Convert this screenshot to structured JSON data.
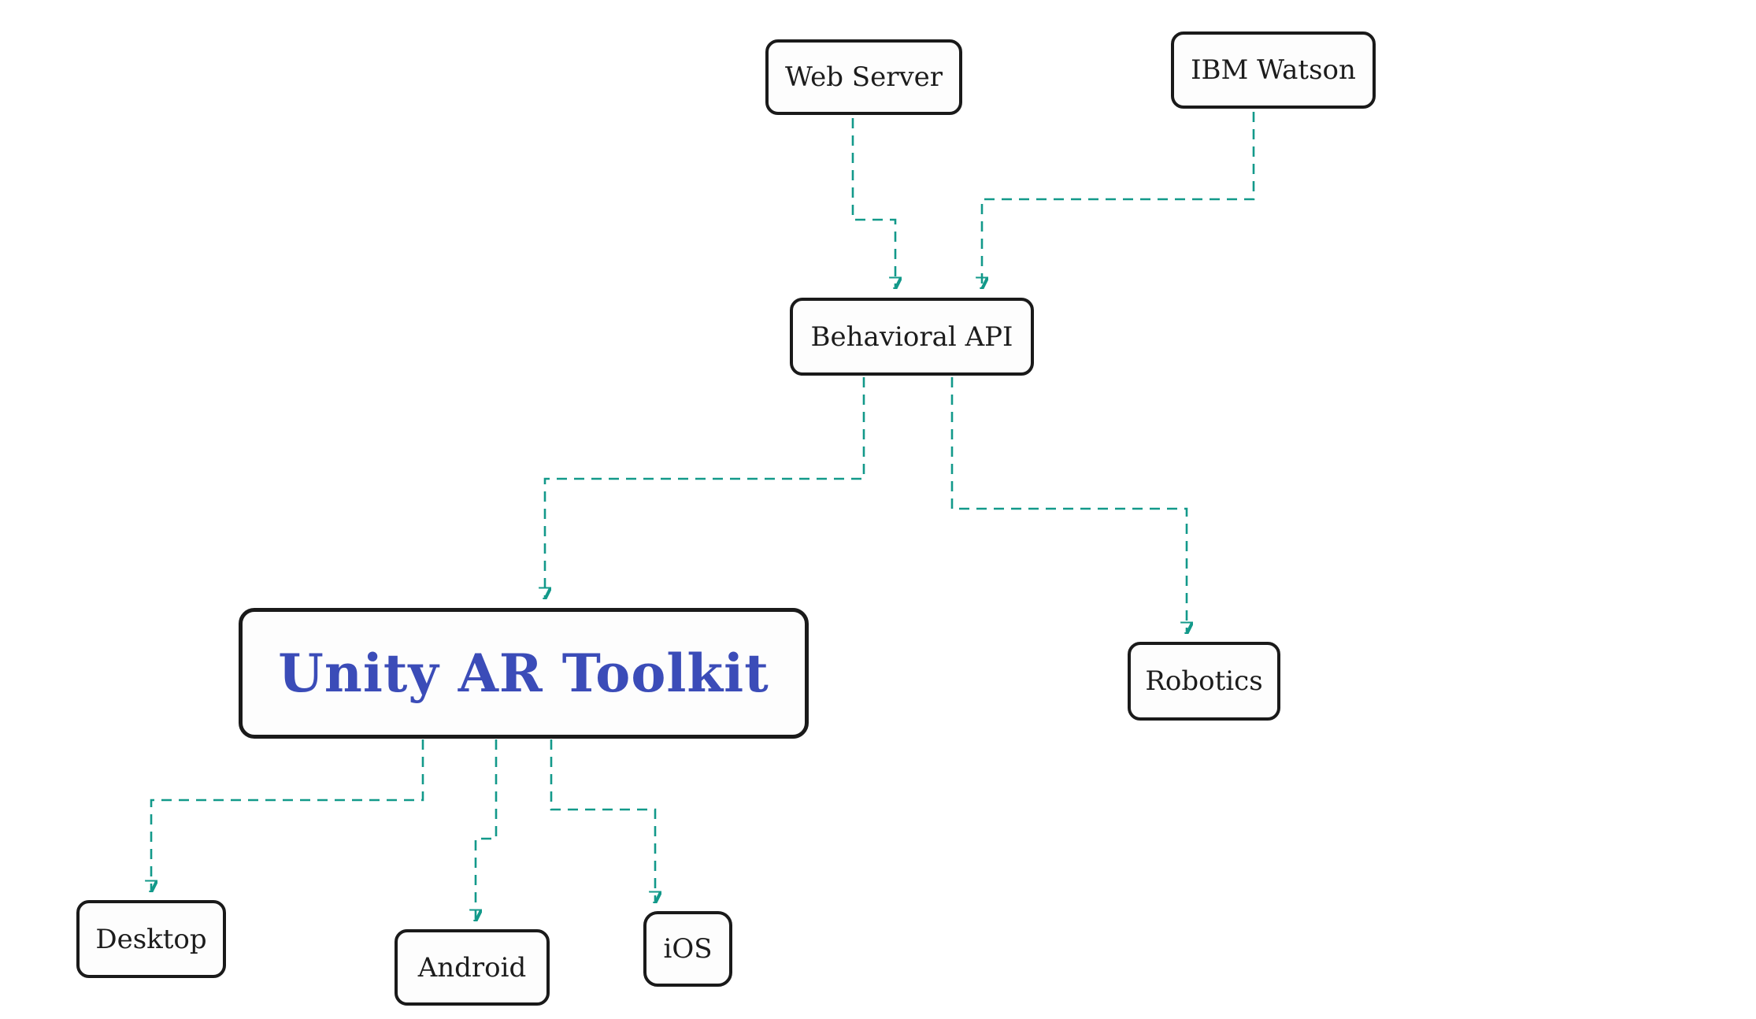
{
  "diagram": {
    "type": "flowchart",
    "colors": {
      "edge": "#12998a",
      "node_border": "#1a1a1a",
      "node_fill": "#fdfdfd",
      "node_text": "#1c1c1c",
      "highlight_text": "#3b4cb8",
      "background": "#ffffff"
    },
    "nodes": {
      "web_server": {
        "label": "Web Server"
      },
      "ibm_watson": {
        "label": "IBM Watson"
      },
      "behavioral_api": {
        "label": "Behavioral API"
      },
      "unity": {
        "label": "Unity AR Toolkit",
        "emphasis": true
      },
      "robotics": {
        "label": "Robotics"
      },
      "desktop": {
        "label": "Desktop"
      },
      "android": {
        "label": "Android"
      },
      "ios": {
        "label": "iOS"
      }
    },
    "edges": [
      {
        "from": "web_server",
        "to": "behavioral_api",
        "style": "dashed",
        "arrow": "end"
      },
      {
        "from": "ibm_watson",
        "to": "behavioral_api",
        "style": "dashed",
        "arrow": "end"
      },
      {
        "from": "behavioral_api",
        "to": "unity",
        "style": "dashed",
        "arrow": "end"
      },
      {
        "from": "behavioral_api",
        "to": "robotics",
        "style": "dashed",
        "arrow": "end"
      },
      {
        "from": "unity",
        "to": "desktop",
        "style": "dashed",
        "arrow": "end"
      },
      {
        "from": "unity",
        "to": "android",
        "style": "dashed",
        "arrow": "end"
      },
      {
        "from": "unity",
        "to": "ios",
        "style": "dashed",
        "arrow": "end"
      }
    ]
  }
}
